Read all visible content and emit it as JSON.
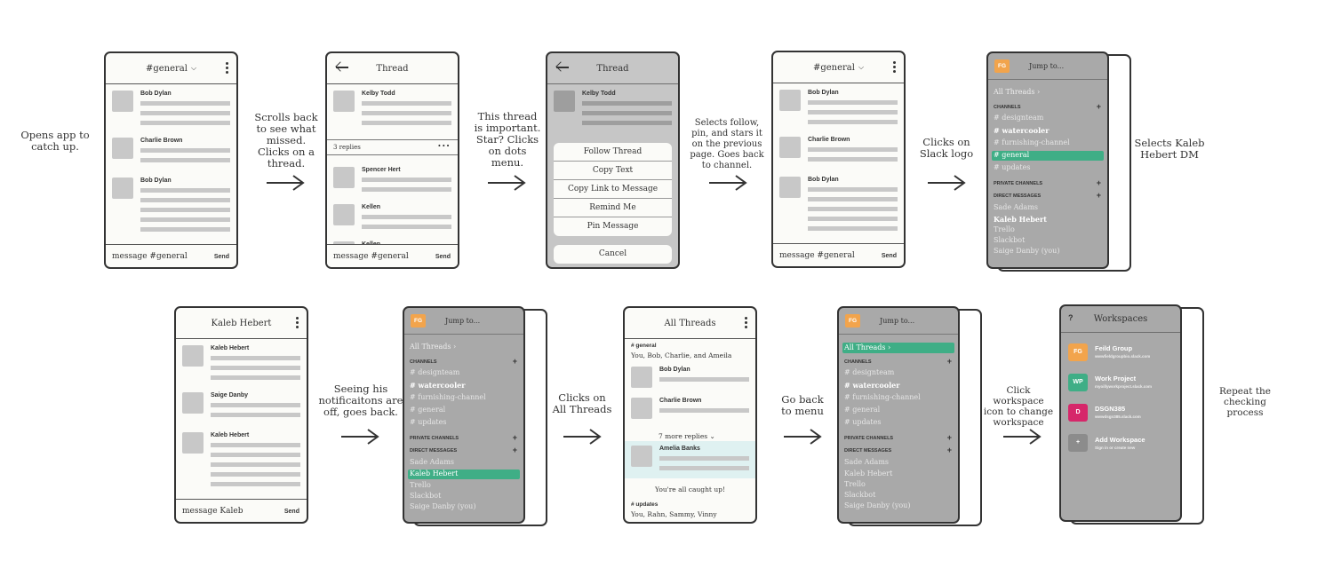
{
  "captions": {
    "c1": "Opens app to catch up.",
    "c2": "Scrolls back to see what missed. Clicks on a thread.",
    "c3": "This thread is important. Star? Clicks on dots menu.",
    "c4": "Selects follow, pin, and stars it on the previous page. Goes back to channel.",
    "c5": "Clicks on Slack logo",
    "c6": "Selects Kaleb Hebert DM",
    "c7": "Seeing his notificaitons are off, goes back.",
    "c8": "Clicks on All Threads",
    "c9": "Go back to menu",
    "c10": "Click workspace icon to change workspace",
    "c11": "Repeat the checking process"
  },
  "channel": {
    "title": "#general",
    "names": [
      "Bob Dylan",
      "Charlie Brown",
      "Bob Dylan"
    ],
    "composer": "message #general",
    "send": "Send"
  },
  "thread": {
    "title": "Thread",
    "author": "Kelby Todd",
    "replies": "3 replies",
    "reply_names": [
      "Spencer Hert",
      "Kellen",
      "Kellen"
    ],
    "composer": "message #general",
    "send": "Send"
  },
  "menu": {
    "items": [
      "Follow Thread",
      "Copy Text",
      "Copy Link to Message",
      "Remind Me",
      "Pin Message"
    ],
    "cancel": "Cancel"
  },
  "sidebar": {
    "initials": "FG",
    "jump": "Jump to...",
    "all_threads": "All Threads",
    "channels_label": "CHANNELS",
    "channels": [
      "# designteam",
      "# watercooler",
      "# furnishing-channel",
      "# general",
      "# updates"
    ],
    "private_label": "PRIVATE CHANNELS",
    "dm_label": "DIRECT MESSAGES",
    "dms": [
      "Sade Adams",
      "Kaleb Hebert",
      "Trello",
      "Slackbot",
      "Saige Danby (you)"
    ]
  },
  "dm": {
    "title": "Kaleb Hebert",
    "names": [
      "Kaleb Hebert",
      "Saige Danby",
      "Kaleb Hebert"
    ],
    "composer": "message Kaleb",
    "send": "Send"
  },
  "threads": {
    "title": "All Threads",
    "channel1": "# general",
    "members1": "You, Bob, Charlie, and Ameila",
    "names": [
      "Bob Dylan",
      "Charlie Brown"
    ],
    "more": "7 more replies",
    "highlight_name": "Amelia Banks",
    "caught_up": "You're all caught up!",
    "channel2": "# updates",
    "members2": "You, Rahn, Sammy, Vinny"
  },
  "workspaces": {
    "help": "?",
    "title": "Workspaces",
    "items": [
      {
        "initials": "FG",
        "name": "Feild Group",
        "url": "wwwfieldgroupbio.slack.com",
        "color": "#f2a44c"
      },
      {
        "initials": "WP",
        "name": "Work Project",
        "url": "myoillyworkproject.slack.com",
        "color": "#3fae86"
      },
      {
        "initials": "D",
        "name": "DSGN385",
        "url": "wwwdsgn385.slack.com",
        "color": "#d6276a"
      },
      {
        "initials": "+",
        "name": "Add Workspace",
        "url": "Sign in or create new",
        "color": "#8c8c8c"
      }
    ]
  },
  "colors": {
    "accent": "#3fae86",
    "grey_screen": "#a9a9a9",
    "avatar": "#f2a44c"
  }
}
